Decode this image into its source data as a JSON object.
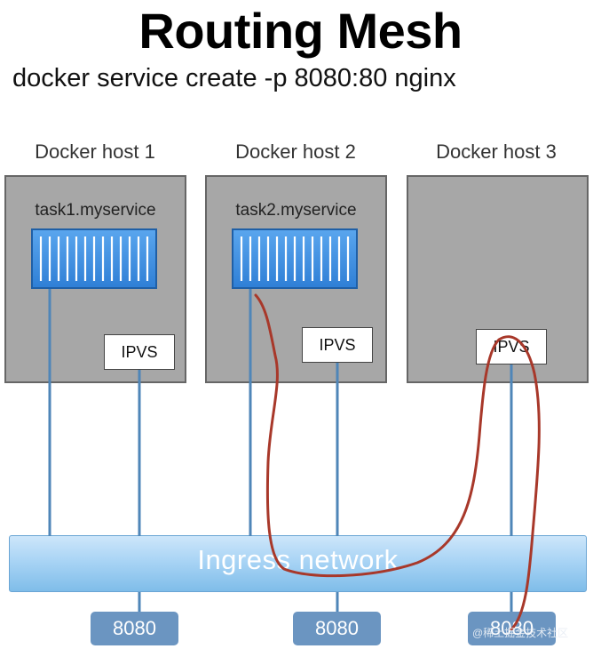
{
  "title": "Routing Mesh",
  "subtitle": "docker service create -p 8080:80 nginx",
  "hosts": [
    {
      "label": "Docker host 1",
      "task": "task1.myservice",
      "ipvs": "IPVS",
      "port": "8080"
    },
    {
      "label": "Docker host 2",
      "task": "task2.myservice",
      "ipvs": "IPVS",
      "port": "8080"
    },
    {
      "label": "Docker host 3",
      "task": "",
      "ipvs": "IPVS",
      "port": "8080"
    }
  ],
  "ingress_label": "Ingress network",
  "watermark": "@稀土掘金技术社区",
  "colors": {
    "host_box": "#a7a7a7",
    "container": "#3e8ee0",
    "link_line": "#4f86b8",
    "port_box": "#6b95c1",
    "annotation": "#a8382a"
  },
  "icons": [
    "container-icon"
  ]
}
